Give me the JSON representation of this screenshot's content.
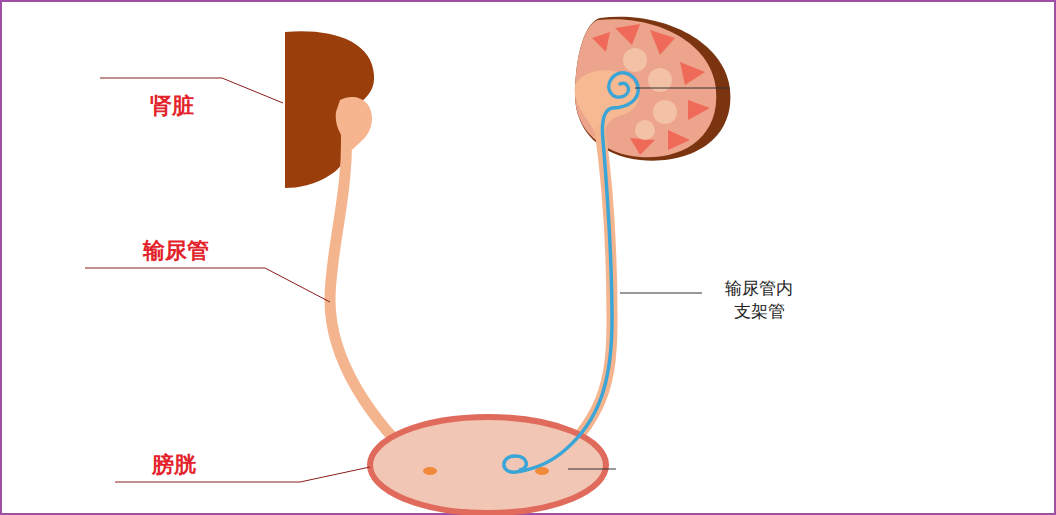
{
  "diagram": {
    "labels": [
      "肾脏",
      "输尿管",
      "膀胱",
      "输尿管内 支架管"
    ]
  }
}
